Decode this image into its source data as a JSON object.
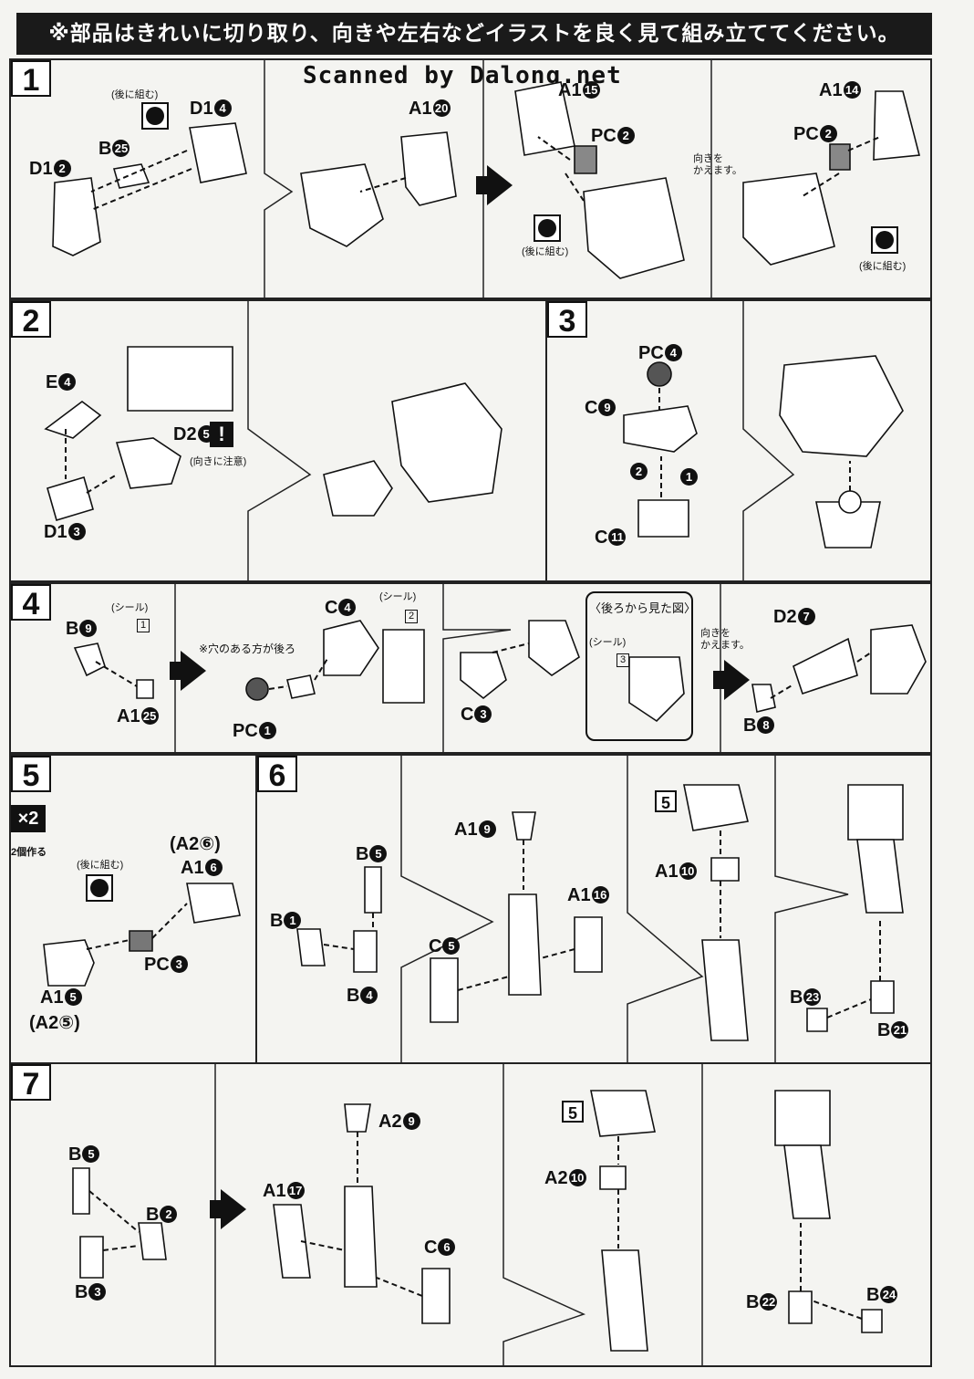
{
  "banner": "※部品はきれいに切り取り、向きや左右などイラストを良く見て組み立ててください。",
  "watermark": "Scanned by Dalong.net",
  "steps": [
    "1",
    "2",
    "3",
    "4",
    "5",
    "6",
    "7"
  ],
  "step1": {
    "d14": "D1",
    "d14n": "4",
    "b25": "B",
    "b25n": "25",
    "d12": "D1",
    "d12n": "2",
    "note1": "(後に組む)",
    "a120": "A1",
    "a120n": "20",
    "a1x": "A1",
    "a1xn": "15",
    "pc2a": "PC",
    "pc2an": "2",
    "note2": "(後に組む)",
    "turn": "向きを\nかえます。",
    "a114": "A1",
    "a114n": "14",
    "pc2b": "PC",
    "pc2bn": "2",
    "note3": "(後に組む)"
  },
  "step2": {
    "e4": "E",
    "e4n": "4",
    "d25": "D2",
    "d25n": "5",
    "d13": "D1",
    "d13n": "3",
    "caution": "(向きに注意)",
    "warn": "!"
  },
  "step3": {
    "pc4": "PC",
    "pc4n": "4",
    "c9": "C",
    "c9n": "9",
    "c11": "C",
    "c11n": "11",
    "n1": "1",
    "n2": "2"
  },
  "step4": {
    "b9": "B",
    "b9n": "9",
    "seal1": "(シール)",
    "seal1n": "1",
    "a125": "A1",
    "a125n": "25",
    "hole": "※穴のある方が後ろ",
    "pc1": "PC",
    "pc1n": "1",
    "c4": "C",
    "c4n": "4",
    "seal2": "(シール)",
    "seal2n": "2",
    "c3": "C",
    "c3n": "3",
    "backview": "〈後ろから見た図〉",
    "seal3": "(シール)",
    "seal3n": "3",
    "turn": "向きを\nかえます。",
    "d27": "D2",
    "d27n": "7",
    "b8": "B",
    "b8n": "8"
  },
  "step5": {
    "x2": "×2",
    "make2": "2個作る",
    "note": "(後に組む)",
    "a26": "(A2⑥)",
    "a16": "A1",
    "a16n": "6",
    "pc3": "PC",
    "pc3n": "3",
    "a15": "A1",
    "a15n": "5",
    "a25": "(A2⑤)"
  },
  "step6": {
    "b5": "B",
    "b5n": "5",
    "b1": "B",
    "b1n": "1",
    "b4": "B",
    "b4n": "4",
    "a19": "A1",
    "a19n": "9",
    "a116": "A1",
    "a116n": "16",
    "c5": "C",
    "c5n": "5",
    "ref5": "5",
    "a110": "A1",
    "a110n": "10",
    "b23": "B",
    "b23n": "23",
    "b21": "B",
    "b21n": "21"
  },
  "step7": {
    "b5": "B",
    "b5n": "5",
    "b2": "B",
    "b2n": "2",
    "b3": "B",
    "b3n": "3",
    "a29": "A2",
    "a29n": "9",
    "a117": "A1",
    "a117n": "17",
    "c6": "C",
    "c6n": "6",
    "ref5": "5",
    "a210": "A2",
    "a210n": "10",
    "b22": "B",
    "b22n": "22",
    "b24": "B",
    "b24n": "24"
  }
}
